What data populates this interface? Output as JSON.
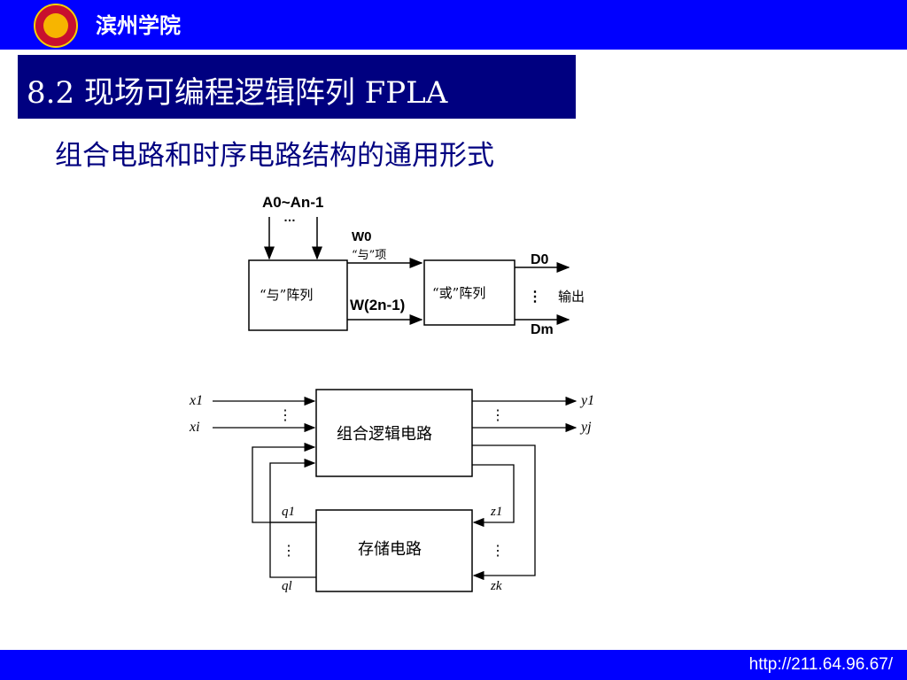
{
  "header": {
    "school_name": "滨州学院"
  },
  "title": {
    "text": "8.2  现场可编程逻辑阵列  FPLA"
  },
  "subtitle": {
    "text": "组合电路和时序电路结构的通用形式"
  },
  "diagram1": {
    "inputs_label": "A0~An-1",
    "dots": "…",
    "w0": "W0",
    "and_term": "“与”项",
    "and_array": "“与”阵列",
    "w_last": "W(2n-1)",
    "or_array": "“或”阵列",
    "d0": "D0",
    "vdots": "⋮",
    "output": "输出",
    "dm": "Dm"
  },
  "diagram2": {
    "x1": "x1",
    "xi": "xi",
    "y1": "y1",
    "yj": "yj",
    "comb": "组合逻辑电路",
    "storage": "存储电路",
    "q1": "q1",
    "ql": "ql",
    "z1": "z1",
    "zk": "zk",
    "vdots": "⋮"
  },
  "footer": {
    "url": "http://211.64.96.67/"
  }
}
